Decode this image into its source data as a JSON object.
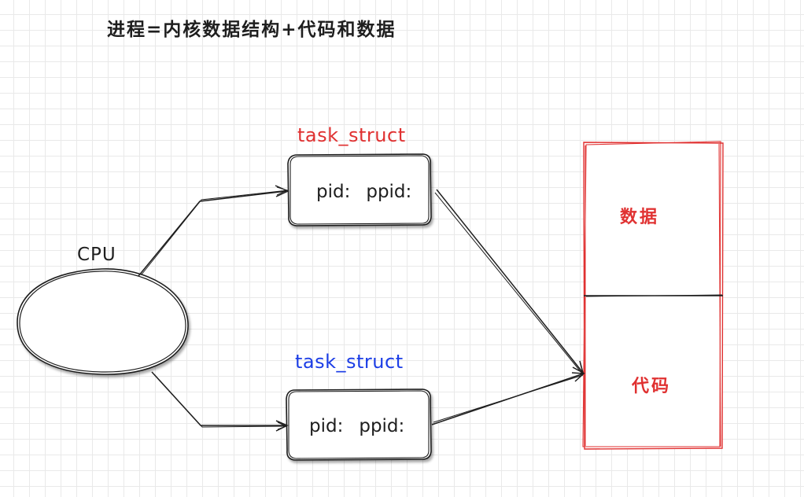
{
  "title": "进程=内核数据结构+代码和数据",
  "cpu": {
    "label": "CPU"
  },
  "task_structs": [
    {
      "label": "task_struct",
      "label_color": "#e03131",
      "fields": [
        "pid:",
        "ppid:"
      ]
    },
    {
      "label": "task_struct",
      "label_color": "#1c3ee6",
      "fields": [
        "pid:",
        "ppid:"
      ]
    }
  ],
  "memory": {
    "border_color": "#e03131",
    "segments": [
      {
        "label": "数据",
        "color": "#e03131"
      },
      {
        "label": "代码",
        "color": "#e03131"
      }
    ]
  },
  "colors": {
    "ink": "#1e1e1e",
    "grid": "#e9e9e9"
  }
}
